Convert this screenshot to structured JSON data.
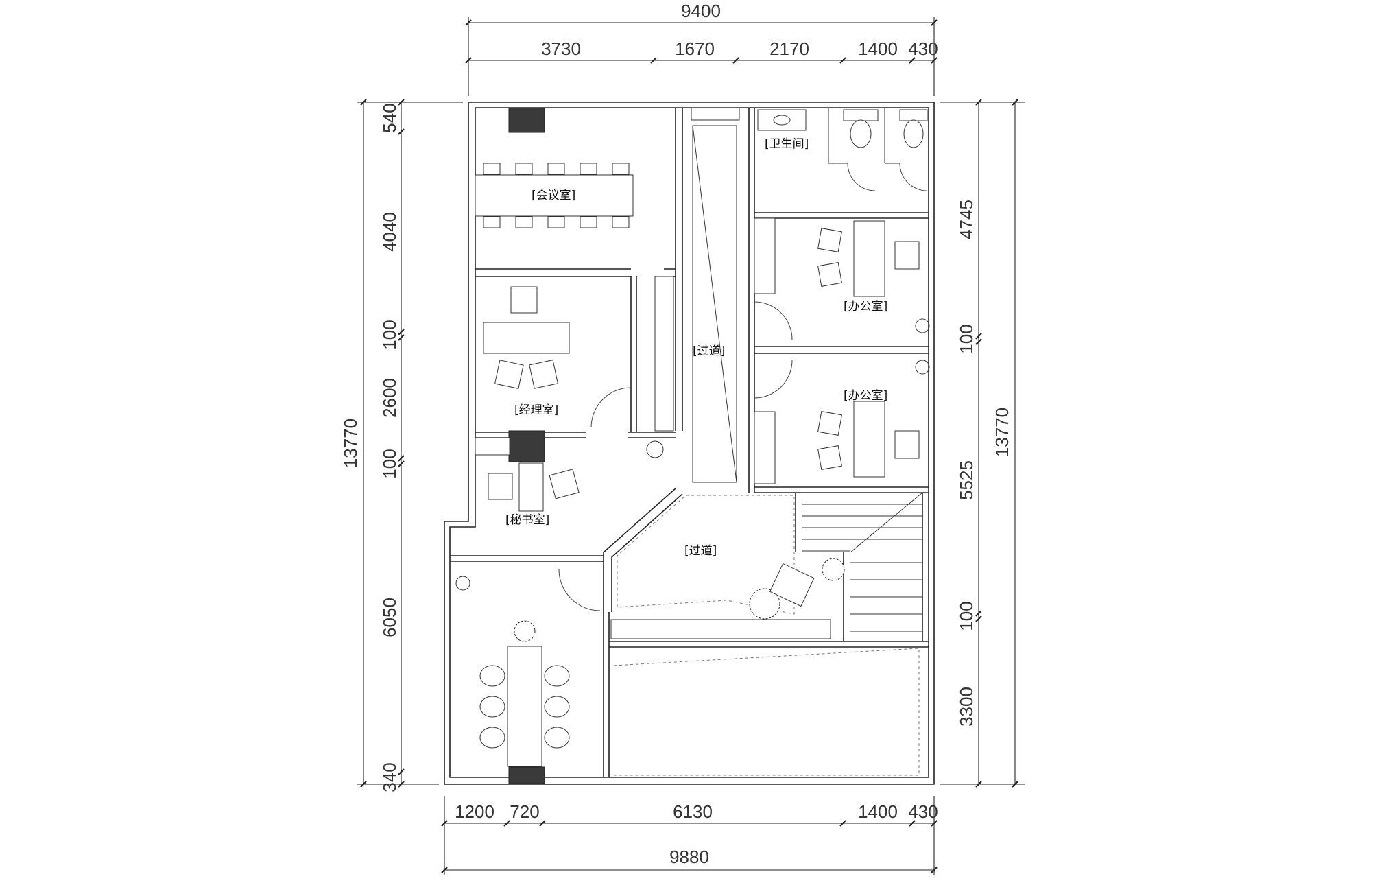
{
  "rooms": {
    "meeting_room": "[会议室]",
    "restroom": "[卫生间]",
    "office_1": "[办公室]",
    "office_2": "[办公室]",
    "manager_office": "[经理室]",
    "corridor_1": "[过道]",
    "secretary_room": "[秘书室]",
    "corridor_2": "[过道]"
  },
  "dimensions": {
    "top_total": "9400",
    "top_segments": [
      "3730",
      "1670",
      "2170",
      "1400",
      "430"
    ],
    "bottom_total": "9880",
    "bottom_segments": [
      "1200",
      "720",
      "6130",
      "1400",
      "430"
    ],
    "left_total": "13770",
    "left_segments": [
      "540",
      "4040",
      "100",
      "2600",
      "100",
      "6050",
      "340"
    ],
    "right_total": "13770",
    "right_segments": [
      "4745",
      "100",
      "5525",
      "100",
      "3300"
    ]
  }
}
